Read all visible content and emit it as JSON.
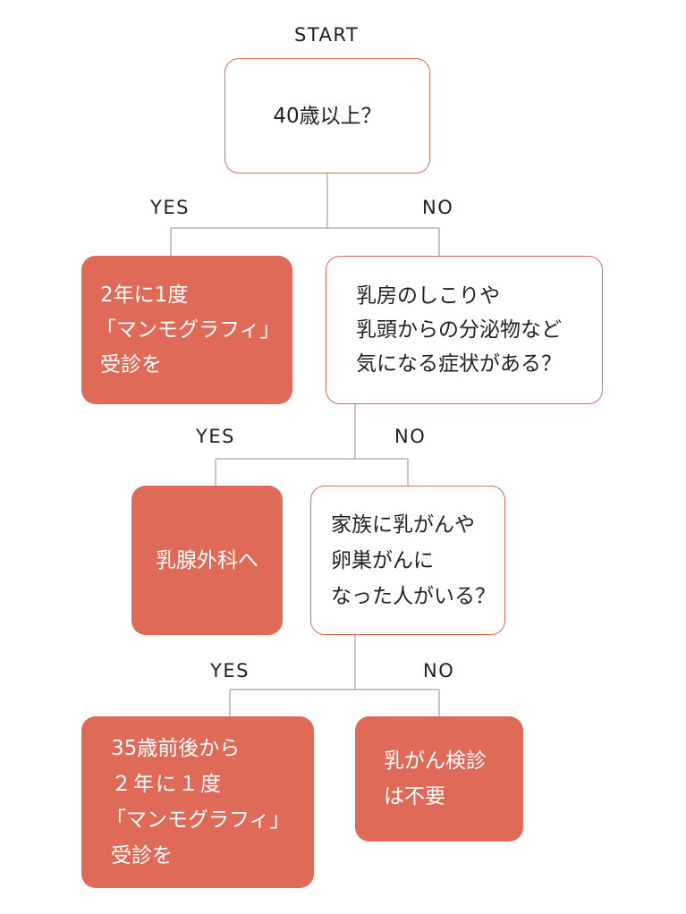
{
  "colors": {
    "accent": "#e06a58",
    "line": "#b3b3b3",
    "text": "#231f20"
  },
  "start_label": "START",
  "q1": {
    "text": "40歳以上？",
    "yes": "YES",
    "no": "NO"
  },
  "a1": {
    "lines": [
      "2年に1度",
      "「マンモグラフィ」",
      "受診を"
    ]
  },
  "q2": {
    "lines": [
      "乳房のしこりや",
      "乳頭からの分泌物など",
      "気になる症状がある？"
    ],
    "yes": "YES",
    "no": "NO"
  },
  "a2": {
    "text": "乳腺外科へ"
  },
  "q3": {
    "lines": [
      "家族に乳がんや",
      "卵巣がんに",
      "なった人がいる？"
    ],
    "yes": "YES",
    "no": "NO"
  },
  "a3": {
    "lines": [
      "35歳前後から",
      "２年に１度",
      "「マンモグラフィ」",
      "受診を"
    ]
  },
  "a4": {
    "lines": [
      "乳がん検診",
      "は不要"
    ]
  }
}
